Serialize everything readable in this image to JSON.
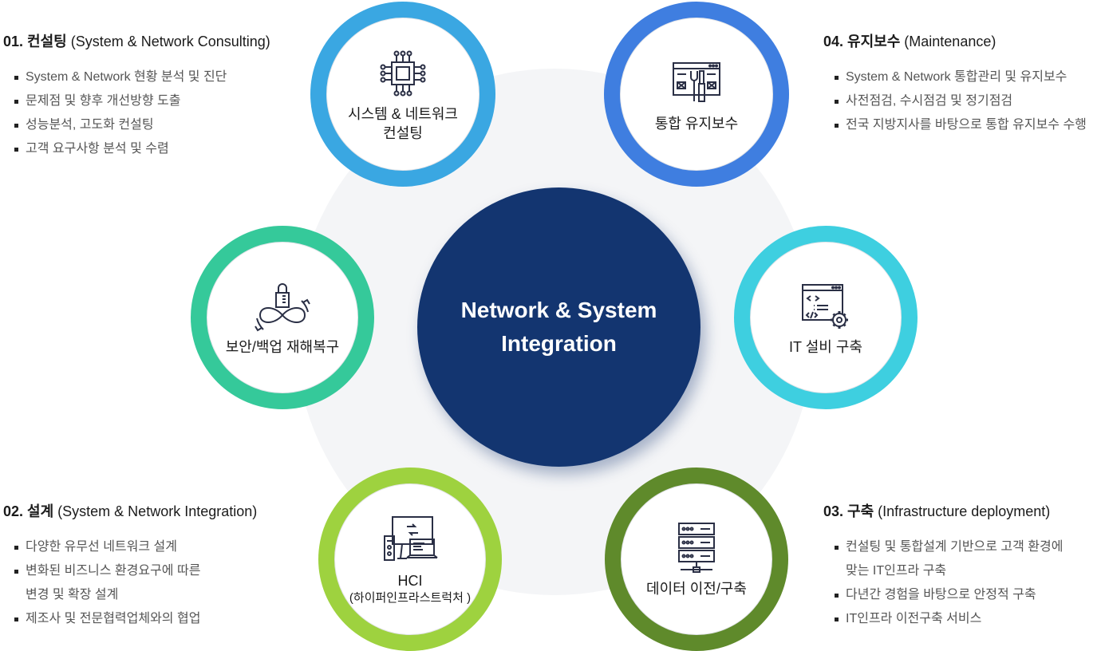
{
  "center": {
    "title": "Network & System\nIntegration",
    "color": "#133570"
  },
  "nodes": [
    {
      "id": "consulting",
      "label": "시스템 & 네트워크\n컨설팅",
      "icon": "cpu-chip-icon",
      "color": "#3aa7e2"
    },
    {
      "id": "maintenance",
      "label": "통합 유지보수",
      "icon": "tools-window-icon",
      "color": "#3f7ee0"
    },
    {
      "id": "security",
      "label": "보안/백업 재해복구",
      "icon": "padlock-infinity-icon",
      "color": "#35c99a"
    },
    {
      "id": "it-infra",
      "label": "IT 설비 구축",
      "icon": "code-window-gear-icon",
      "color": "#3ecfe0"
    },
    {
      "id": "hci",
      "label": "HCI",
      "sub": "(하이퍼인프라스트럭처 )",
      "icon": "devices-sync-icon",
      "color": "#9ed23f"
    },
    {
      "id": "migration",
      "label": "데이터 이전/구축",
      "icon": "server-rack-icon",
      "color": "#5f8a2b"
    }
  ],
  "sections": {
    "s01": {
      "num": "01. 컨설팅",
      "en": "(System & Network Consulting)",
      "items": [
        {
          "text": "System & Network 현황 분석 및 진단"
        },
        {
          "text": "문제점 및 향후 개선방향 도출"
        },
        {
          "text": "성능분석, 고도화 컨설팅"
        },
        {
          "text": "고객 요구사항 분석 및 수렴"
        }
      ]
    },
    "s02": {
      "num": "02. 설계",
      "en": "(System & Network Integration)",
      "items": [
        {
          "text": "다양한 유무선 네트워크 설계"
        },
        {
          "text": "변화된 비즈니스 환경요구에 따른"
        },
        {
          "text": "변경 및 확장 설계",
          "cont": true
        },
        {
          "text": "제조사 및 전문협력업체와의 협업"
        }
      ]
    },
    "s03": {
      "num": "03. 구축",
      "en": "(Infrastructure deployment)",
      "items": [
        {
          "text": "컨설팅 및 통합설계 기반으로 고객 환경에"
        },
        {
          "text": "맞는 IT인프라 구축",
          "cont": true
        },
        {
          "text": "다년간 경험을 바탕으로 안정적 구축"
        },
        {
          "text": "IT인프라 이전구축 서비스"
        }
      ]
    },
    "s04": {
      "num": "04. 유지보수",
      "en": "(Maintenance)",
      "items": [
        {
          "text": "System & Network 통합관리 및 유지보수"
        },
        {
          "text": "사전점검, 수시점검 및 정기점검"
        },
        {
          "text": "전국 지방지사를 바탕으로 통합 유지보수 수행"
        }
      ]
    }
  }
}
